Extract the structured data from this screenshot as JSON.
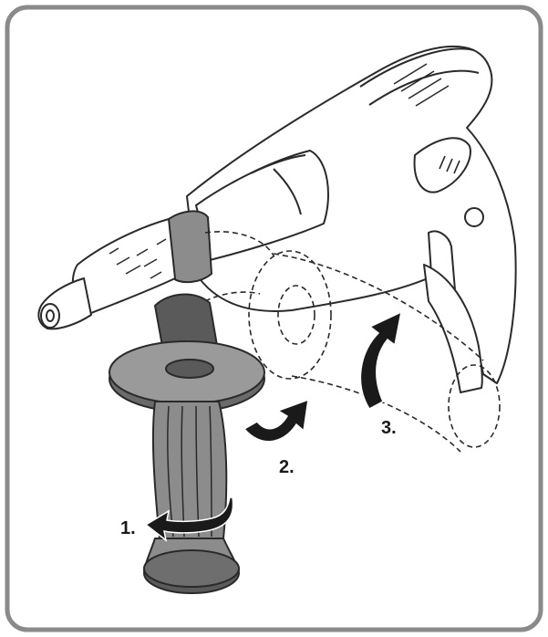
{
  "steps": [
    {
      "label": "1."
    },
    {
      "label": "2."
    },
    {
      "label": "3."
    }
  ],
  "colors": {
    "frame": "#8a8a8a",
    "line": "#2a2a2a",
    "arrow": "#1a1a1a",
    "handle_dark": "#5a5a5a",
    "handle_mid": "#8c8c8c",
    "background": "#ffffff"
  },
  "icons": [
    "drill-icon",
    "side-handle-icon",
    "rotation-arrow-icon"
  ]
}
